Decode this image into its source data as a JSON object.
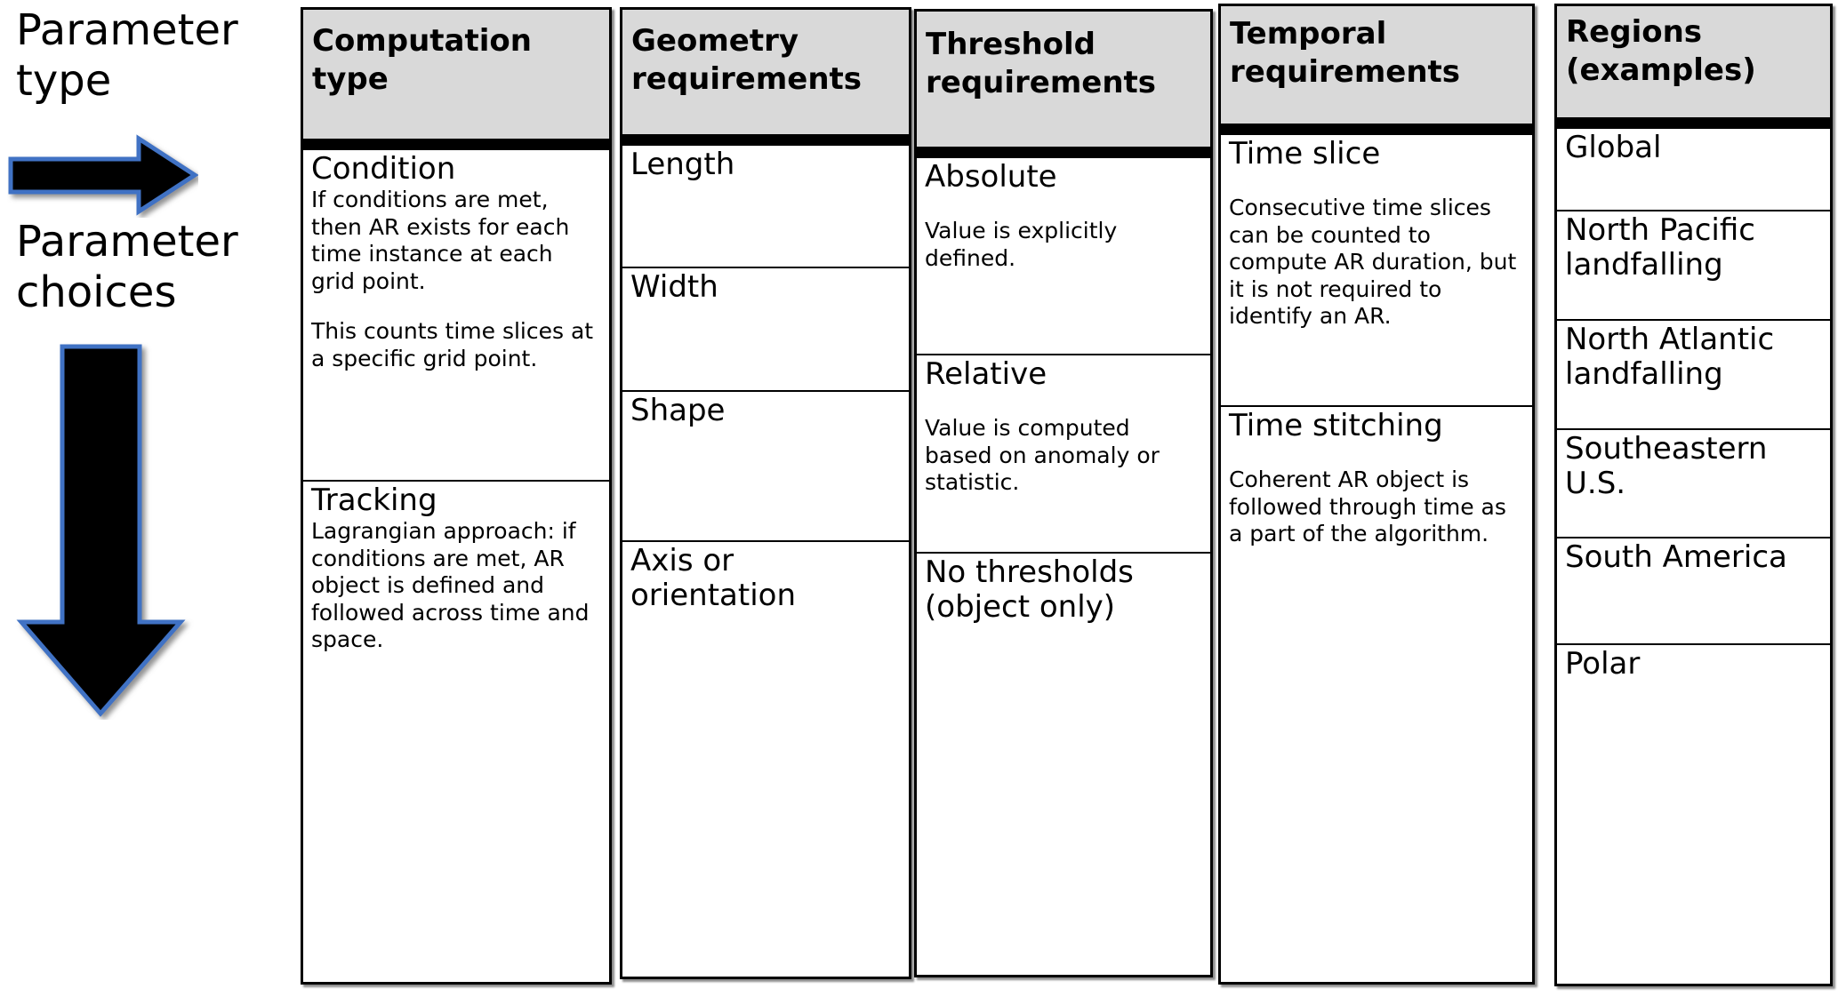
{
  "left_panel": {
    "label_parameter_type": "Parameter\ntype",
    "label_parameter_choices": "Parameter\nchoices",
    "arrow_right_name": "arrow-right-icon",
    "arrow_down_name": "arrow-down-icon",
    "arrow_fill": "#000000",
    "arrow_outline": "#3F72C4"
  },
  "style": {
    "header_bg": "#D9D9D9",
    "border": "#000000",
    "page_bg": "#FFFFFF"
  },
  "columns": [
    {
      "header": "Computation\ntype",
      "cells": [
        {
          "title": "Condition",
          "body1": "If conditions are met, then AR exists for each time instance at each grid point.",
          "body2": "This counts time slices at a specific grid point."
        },
        {
          "title": "Tracking",
          "body1": "Lagrangian approach:  if conditions are met, AR object is defined and followed across time and space.",
          "body2": ""
        }
      ]
    },
    {
      "header": "Geometry\nrequirements",
      "cells": [
        {
          "title": "Length",
          "body1": "",
          "body2": ""
        },
        {
          "title": "Width",
          "body1": "",
          "body2": ""
        },
        {
          "title": "Shape",
          "body1": "",
          "body2": ""
        },
        {
          "title": "Axis or\norientation",
          "body1": "",
          "body2": ""
        }
      ]
    },
    {
      "header": "Threshold\nrequirements",
      "cells": [
        {
          "title": "Absolute",
          "body1": "Value is explicitly defined.",
          "body2": ""
        },
        {
          "title": "Relative",
          "body1": "Value is computed based on anomaly or statistic.",
          "body2": ""
        },
        {
          "title": "No thresholds\n(object only)",
          "body1": "",
          "body2": ""
        }
      ]
    },
    {
      "header": "Temporal\nrequirements",
      "cells": [
        {
          "title": "Time slice",
          "body1": "Consecutive time slices can be counted to compute AR duration, but it is not required to identify an AR.",
          "body2": ""
        },
        {
          "title": "Time stitching",
          "body1": "Coherent AR object is followed through time as a part of the algorithm.",
          "body2": ""
        }
      ]
    },
    {
      "header": "Regions\n(examples)",
      "cells": [
        {
          "title": "Global",
          "body1": "",
          "body2": ""
        },
        {
          "title": "North Pacific\nlandfalling",
          "body1": "",
          "body2": ""
        },
        {
          "title": "North Atlantic\nlandfalling",
          "body1": "",
          "body2": ""
        },
        {
          "title": "Southeastern U.S.",
          "body1": "",
          "body2": ""
        },
        {
          "title": "South America",
          "body1": "",
          "body2": ""
        },
        {
          "title": "Polar",
          "body1": "",
          "body2": ""
        }
      ]
    }
  ]
}
